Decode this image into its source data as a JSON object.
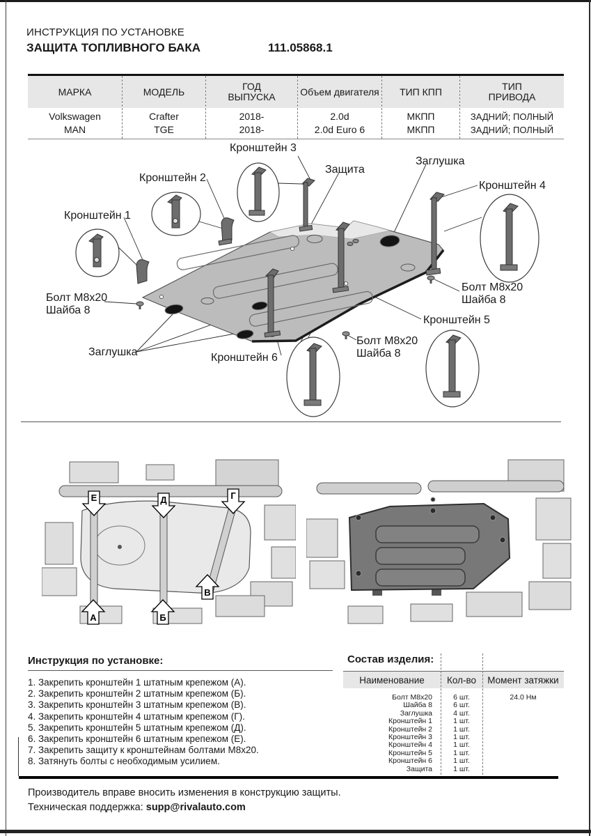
{
  "header": {
    "doc_type": "ИНСТРУКЦИЯ ПО УСТАНОВКЕ",
    "title": "ЗАЩИТА ТОПЛИВНОГО БАКА",
    "part_number": "111.05868.1"
  },
  "vehicle_table": {
    "columns": [
      "МАРКА",
      "МОДЕЛЬ",
      "ГОД\nВЫПУСКА",
      "Объем двигателя",
      "ТИП КПП",
      "ТИП\nПРИВОДА"
    ],
    "rows": [
      [
        "Volkswagen",
        "Crafter",
        "2018-",
        "2.0d",
        "МКПП",
        "ЗАДНИЙ; ПОЛНЫЙ"
      ],
      [
        "MAN",
        "TGE",
        "2018-",
        "2.0d Euro 6",
        "МКПП",
        "ЗАДНИЙ; ПОЛНЫЙ"
      ]
    ]
  },
  "diagram": {
    "labels": {
      "bracket1": "Кронштейн 1",
      "bracket2": "Кронштейн 2",
      "bracket3": "Кронштейн 3",
      "bracket4": "Кронштейн 4",
      "bracket5": "Кронштейн 5",
      "bracket6": "Кронштейн 6",
      "shield": "Защита",
      "plug": "Заглушка",
      "bolt": "Болт М8х20",
      "washer": "Шайба 8"
    }
  },
  "photos": {
    "markers": {
      "a": "А",
      "b": "Б",
      "v": "В",
      "g": "Г",
      "d": "Д",
      "e": "Е"
    }
  },
  "instructions": {
    "title": "Инструкция по установке:",
    "steps": [
      "1. Закрепить кронштейн 1 штатным крепежом (А).",
      "2. Закрепить кронштейн 2 штатным крепежом (Б).",
      "3. Закрепить кронштейн 3 штатным крепежом (В).",
      "4. Закрепить кронштейн 4 штатным крепежом (Г).",
      "5. Закрепить кронштейн 5 штатным крепежом (Д).",
      "6. Закрепить кронштейн 6 штатным крепежом (Е).",
      "7. Закрепить защиту к кронштейнам болтами М8х20.",
      "8. Затянуть болты с необходимым усилием."
    ]
  },
  "parts_list": {
    "title": "Состав изделия:",
    "columns": [
      "Наименование",
      "Кол-во",
      "Момент затяжки"
    ],
    "rows": [
      {
        "name": "Болт М8х20",
        "qty": "6 шт.",
        "torque": "24.0 Нм"
      },
      {
        "name": "Шайба 8",
        "qty": "6 шт.",
        "torque": ""
      },
      {
        "name": "Заглушка",
        "qty": "4 шт.",
        "torque": ""
      },
      {
        "name": "Кронштейн 1",
        "qty": "1 шт.",
        "torque": ""
      },
      {
        "name": "Кронштейн 2",
        "qty": "1 шт.",
        "torque": ""
      },
      {
        "name": "Кронштейн 3",
        "qty": "1 шт.",
        "torque": ""
      },
      {
        "name": "Кронштейн 4",
        "qty": "1 шт.",
        "torque": ""
      },
      {
        "name": "Кронштейн 5",
        "qty": "1 шт.",
        "torque": ""
      },
      {
        "name": "Кронштейн 6",
        "qty": "1 шт.",
        "torque": ""
      },
      {
        "name": "Защита",
        "qty": "1 шт.",
        "torque": ""
      }
    ]
  },
  "footer": {
    "disclaimer": "Производитель вправе вносить изменения в конструкцию защиты.",
    "support_label": "Техническая поддержка: ",
    "support_email": "supp@rivalauto.com"
  }
}
